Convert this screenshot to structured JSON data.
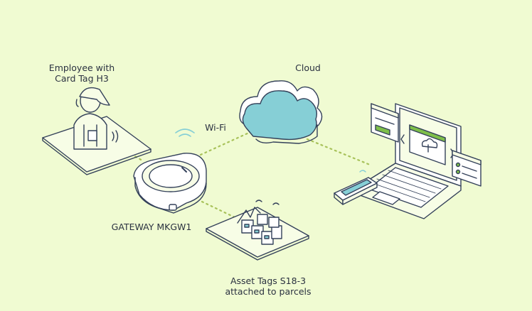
{
  "labels": {
    "employee_line1": "Employee with",
    "employee_line2": "Card Tag H3",
    "cloud": "Cloud",
    "wifi": "Wi-Fi",
    "gateway": "GATEWAY MKGW1",
    "asset_line1": "Asset Tags S18-3",
    "asset_line2": "attached to parcels"
  },
  "colors": {
    "background": "#f0fbd2",
    "outline": "#34415a",
    "cloud_fill": "#86cfd6",
    "accent_green": "#7ebf4a",
    "link_dots": "#a8c25a"
  }
}
